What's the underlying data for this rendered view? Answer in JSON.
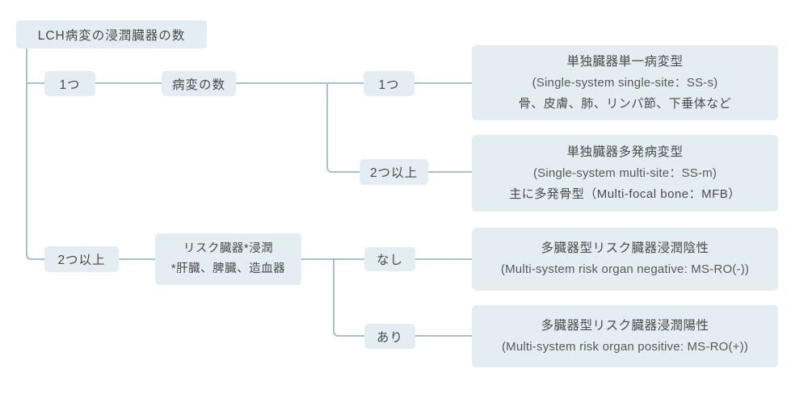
{
  "diagram": {
    "root": {
      "label": "LCH病変の浸潤臓器の数"
    },
    "organ_branch": {
      "one": {
        "label": "1つ"
      },
      "multi": {
        "label": "2つ以上"
      }
    },
    "lesion_count": {
      "label": "病変の数",
      "one": {
        "label": "1つ"
      },
      "multi": {
        "label": "2つ以上"
      }
    },
    "risk_organ": {
      "line1": "リスク臓器*浸潤",
      "line2": "*肝臓、脾臓、造血器",
      "no": {
        "label": "なし"
      },
      "yes": {
        "label": "あり"
      }
    },
    "results": {
      "ss_single": {
        "line1": "単独臓器単一病変型",
        "line2": "(Single-system single-site：SS-s)",
        "line3": "骨、皮膚、肺、リンパ節、下垂体など"
      },
      "ss_multi": {
        "line1": "単独臓器多発病変型",
        "line2": "(Single-system multi-site：SS-m)",
        "line3": "主に多発骨型（Multi-focal bone：MFB）"
      },
      "ms_ro_negative": {
        "line1": "多臓器型リスク臓器浸潤陰性",
        "line2": "(Multi-system risk organ negative: MS-RO(-))"
      },
      "ms_ro_positive": {
        "line1": "多臓器型リスク臓器浸潤陽性",
        "line2": "(Multi-system risk organ positive: MS-RO(+))"
      }
    },
    "colors": {
      "node_fill": "#e4edf2",
      "connector": "#abc0cc",
      "text_jp": "#494c4e",
      "text_en": "#575a5c"
    }
  }
}
